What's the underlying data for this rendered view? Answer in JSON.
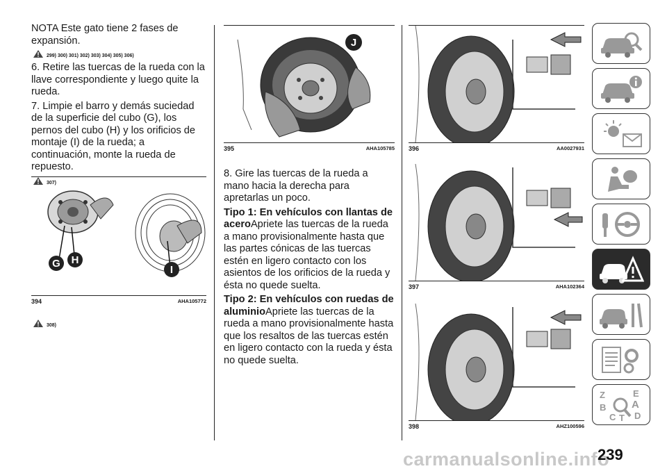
{
  "col1": {
    "note": "NOTA Este gato tiene 2 fases de expansión.",
    "warn1": "299) 300) 301) 302) 303) 304) 305) 306)",
    "step6": "6. Retire las tuercas de la rueda con la llave correspondiente y luego quite la rueda.",
    "step7": "7. Limpie el barro y demás suciedad de la superficie del cubo (G), los pernos del cubo (H) y los orificios de montaje (I) de la rueda; a continuación, monte la rueda de repuesto.",
    "warn2": "307)",
    "fig": {
      "number": "394",
      "code": "AHA105772",
      "label_g": "G",
      "label_h": "H",
      "label_i": "I"
    },
    "warn3": "308)"
  },
  "col2": {
    "fig": {
      "number": "395",
      "code": "AHA105785",
      "label_j": "J"
    },
    "step8": "8. Gire las tuercas de la rueda a mano hacia la derecha para apretarlas un poco.",
    "tipo1_heading": "Tipo 1: En vehículos con llantas de acero",
    "tipo1_body": "Apriete las tuercas de la rueda a mano provisionalmente hasta que las partes cónicas de las tuercas estén en ligero contacto con los asientos de los orificios de la rueda y ésta no quede suelta.",
    "tipo2_heading": "Tipo 2: En vehículos con ruedas de aluminio",
    "tipo2_body": "Apriete las tuercas de la rueda a mano provisionalmente hasta que los resaltos de las tuercas estén en ligero contacto con la rueda y ésta no quede suelta."
  },
  "col3": {
    "figs": [
      {
        "number": "396",
        "code": "AA0027931"
      },
      {
        "number": "397",
        "code": "AHA102364"
      },
      {
        "number": "398",
        "code": "AHZ100596"
      }
    ]
  },
  "sidebar": {
    "tabs": [
      {
        "icon": "car-search-icon",
        "active": false
      },
      {
        "icon": "car-info-icon",
        "active": false
      },
      {
        "icon": "warning-lights-message-icon",
        "active": false
      },
      {
        "icon": "airbag-seat-icon",
        "active": false
      },
      {
        "icon": "key-steering-wheel-icon",
        "active": false
      },
      {
        "icon": "car-breakdown-warning-icon",
        "active": true
      },
      {
        "icon": "car-service-tools-icon",
        "active": false
      },
      {
        "icon": "specifications-gears-icon",
        "active": false
      },
      {
        "icon": "alphabetical-index-icon",
        "active": false
      }
    ],
    "index_letters": [
      "Z",
      "E",
      "B",
      "A",
      "C",
      "T",
      "D"
    ]
  },
  "page_number": "239",
  "watermark": "carmanualsonline.info"
}
